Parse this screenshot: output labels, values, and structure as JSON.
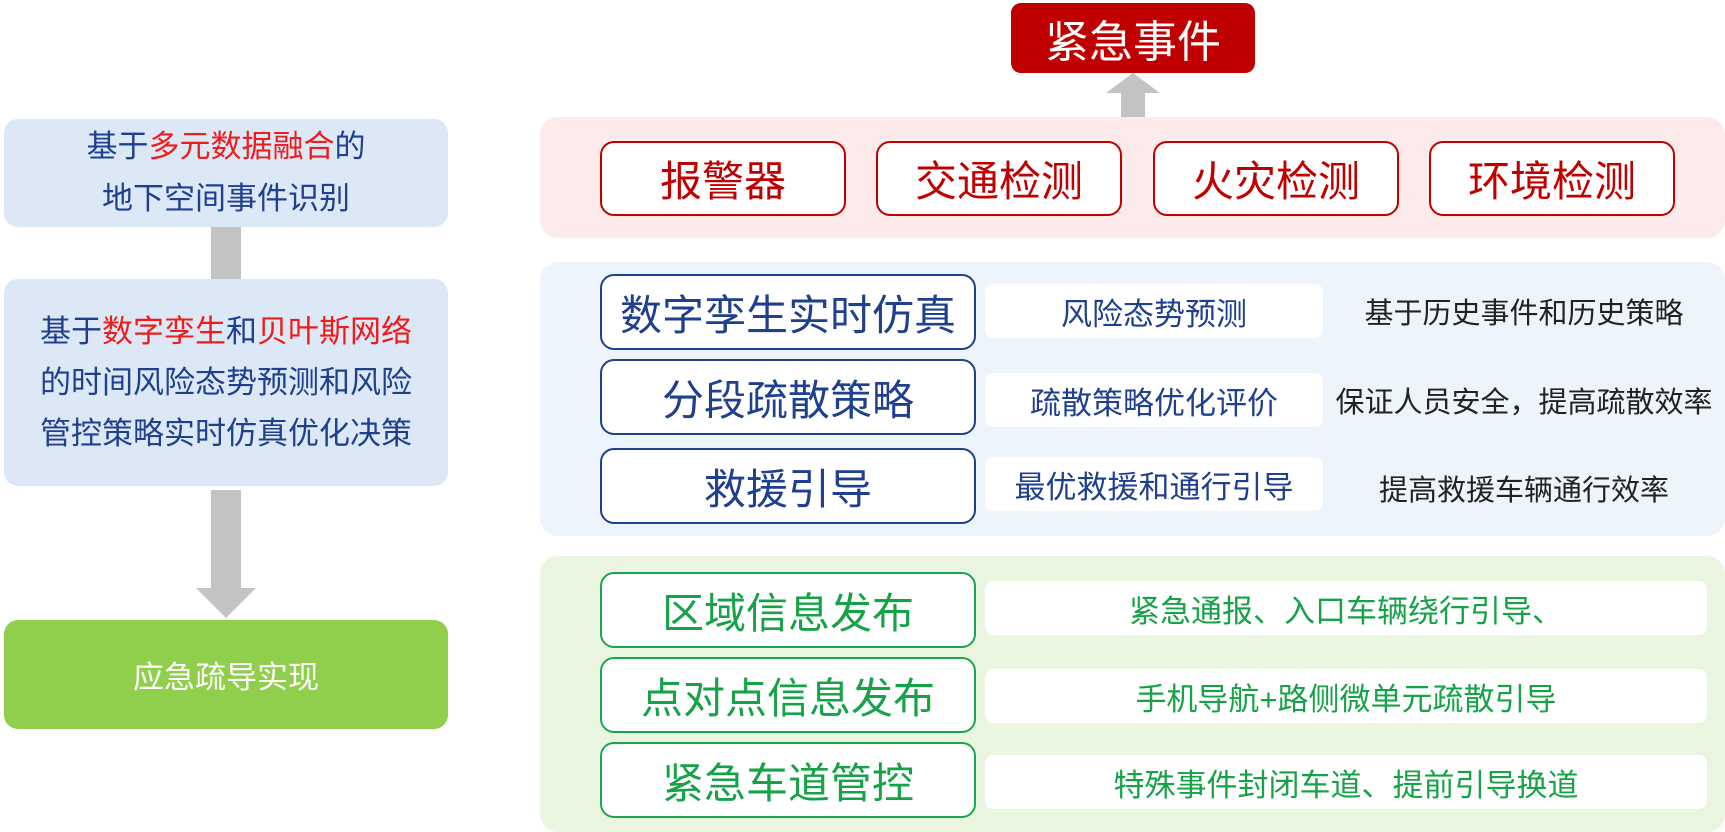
{
  "left": {
    "box1": {
      "line1_pre": "基于",
      "line1_hl": "多元数据融合",
      "line1_post": "的",
      "line2": "地下空间事件识别"
    },
    "box2": {
      "p1": "基于",
      "hl1": "数字孪生",
      "p2": "和",
      "hl2": "贝叶斯网络",
      "line2": "的时间风险态势预测和风险",
      "line3": "管控策略实时仿真优化决策"
    },
    "box3": {
      "text": "应急疏导实现"
    }
  },
  "emergency": {
    "label": "紧急事件"
  },
  "detection": [
    "报警器",
    "交通检测",
    "火灾检测",
    "环境检测"
  ],
  "blue_rows": [
    {
      "box": "数字孪生实时仿真",
      "mid": "风险态势预测",
      "right": "基于历史事件和历史策略"
    },
    {
      "box": "分段疏散策略",
      "mid": "疏散策略优化评价",
      "right": "保证人员安全，提高疏散效率"
    },
    {
      "box": "救援引导",
      "mid": "最优救援和通行引导",
      "right": "提高救援车辆通行效率"
    }
  ],
  "green_rows": [
    {
      "box": "区域信息发布",
      "desc": "紧急通报、入口车辆绕行引导、"
    },
    {
      "box": "点对点信息发布",
      "desc": "手机导航+路侧微单元疏散引导"
    },
    {
      "box": "紧急车道管控",
      "desc": "特殊事件封闭车道、提前引导换道"
    }
  ],
  "colors": {
    "red": "#c00000",
    "blue": "#1f3f8f",
    "green": "#16a347",
    "highlight": "#ee1c1c",
    "arrow": "#c3c3c3"
  }
}
